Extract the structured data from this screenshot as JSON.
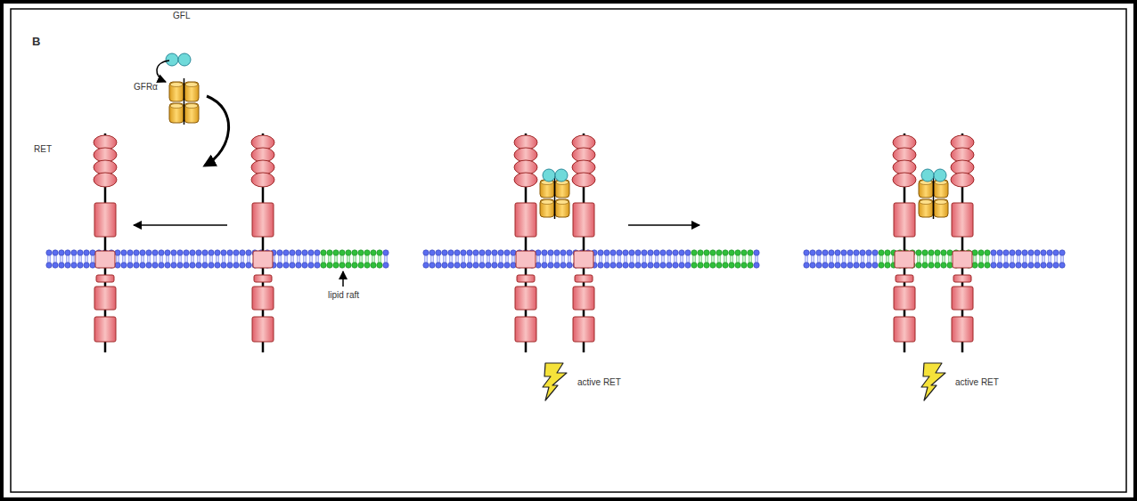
{
  "diagram": {
    "labels": [
      "B",
      "GFL",
      "GFRα",
      "RET",
      "lipid raft",
      "active RET",
      "active RET"
    ]
  }
}
